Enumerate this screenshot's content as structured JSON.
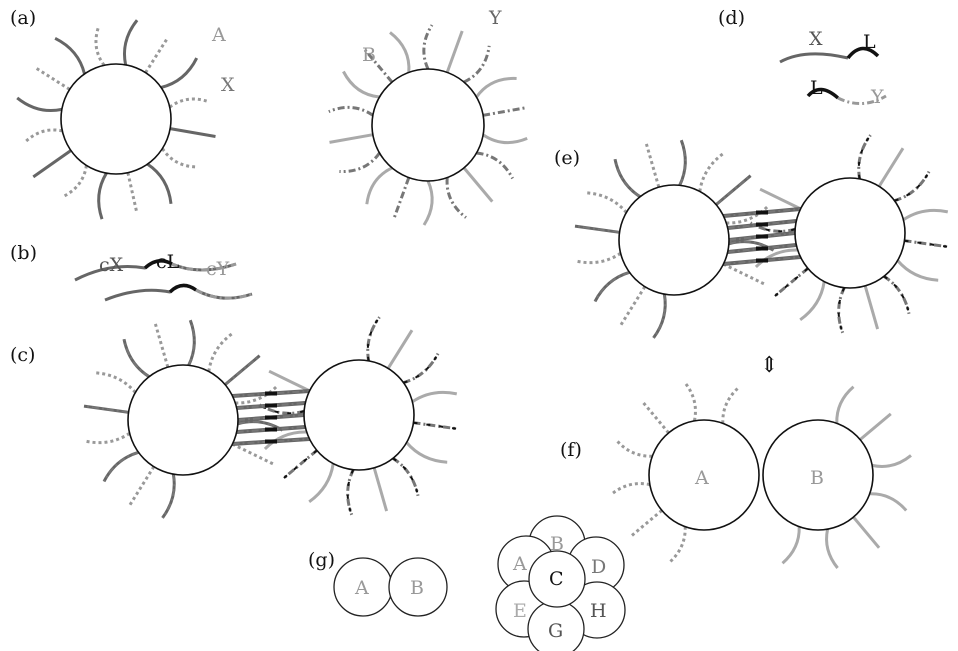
{
  "panels": [
    "(a)",
    "(b)",
    "(c)",
    "(d)",
    "(e)",
    "(f)",
    "(g)"
  ],
  "strand_labels": {
    "a": "A",
    "x": "X",
    "b": "B",
    "y": "Y",
    "cx": "cX",
    "cl": "cL",
    "cy": "cY",
    "d_x": "X",
    "d_l1": "L",
    "d_l2": "L",
    "d_y": "Y"
  },
  "particle_labels": {
    "f_a": "A",
    "f_b": "B",
    "g1_a": "A",
    "g1_b": "B",
    "g2_a": "A",
    "g2_b": "B",
    "g2_c": "C",
    "g2_d": "D",
    "g2_e": "E",
    "g2_g": "G",
    "g2_h": "H"
  },
  "reversible_arrow": "⇕",
  "colors": {
    "strand_x": "#666666",
    "strand_a": "#999999",
    "strand_b": "#aaaaaa",
    "strand_y": "#777777",
    "linker": "#111111",
    "label_light": "#999999",
    "label_dark": "#555555"
  }
}
